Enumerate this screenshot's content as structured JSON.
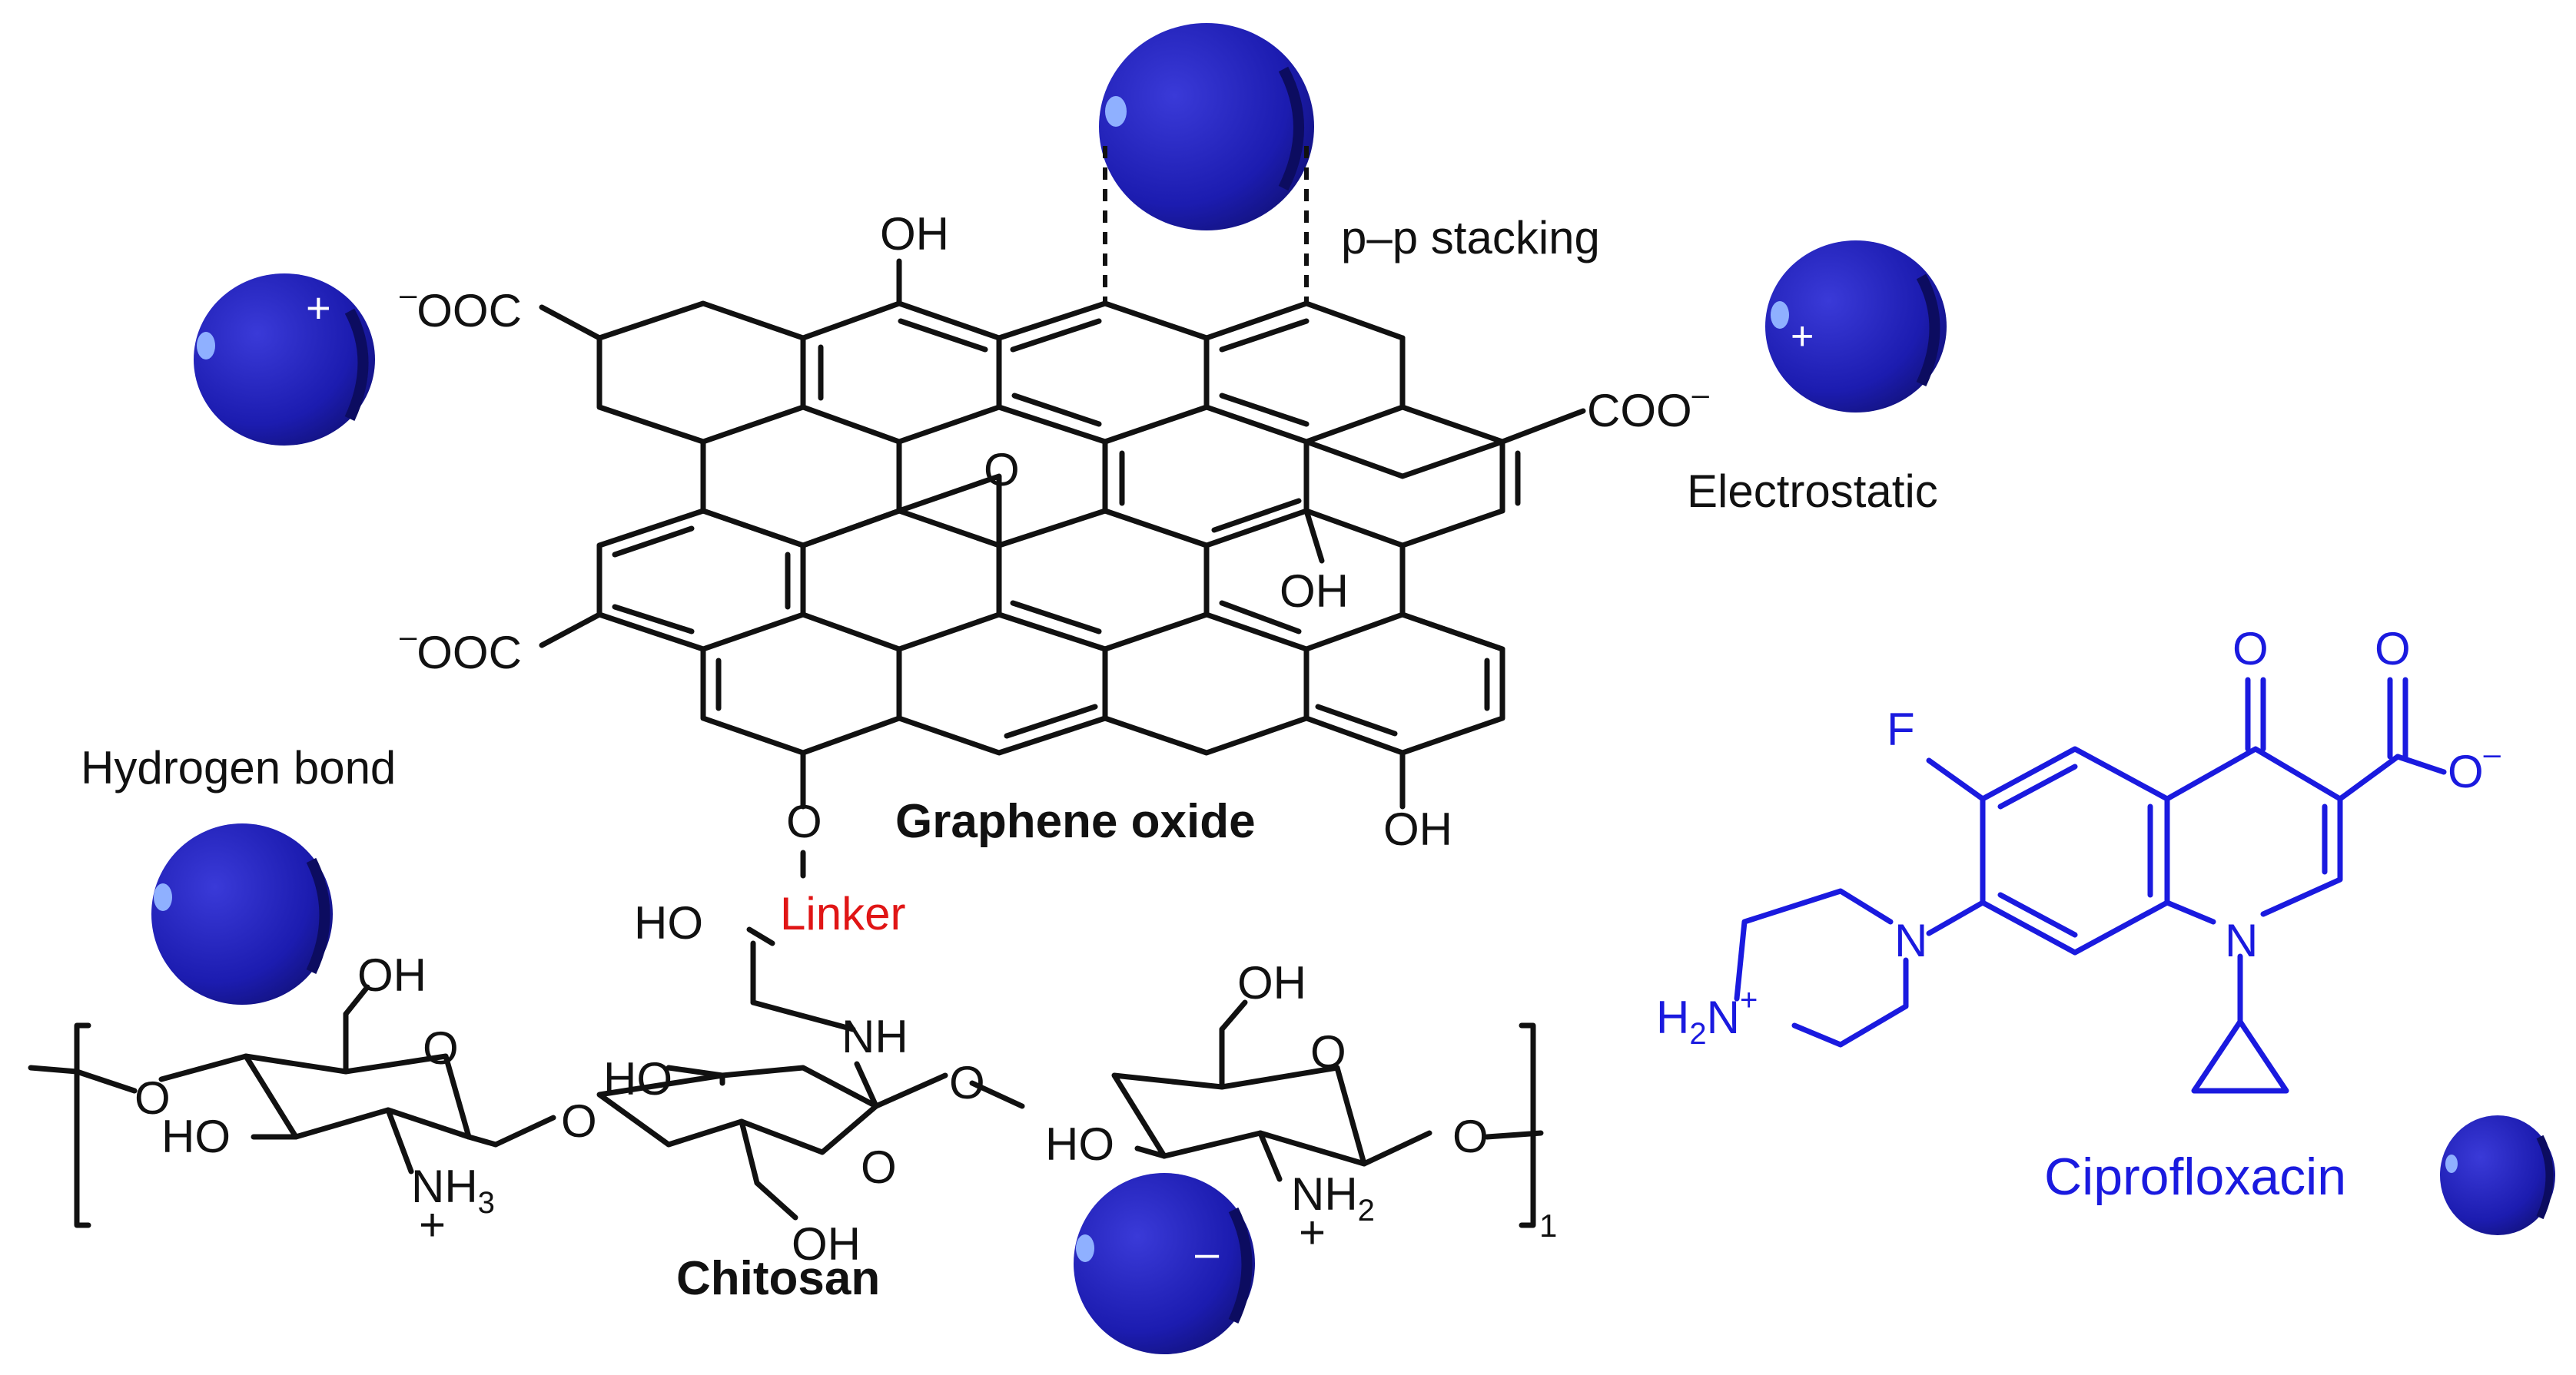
{
  "labels": {
    "pp_stacking": "p–p stacking",
    "electrostatic": "Electrostatic",
    "hydrogen_bond": "Hydrogen bond",
    "graphene_oxide": "Graphene oxide",
    "chitosan": "Chitosan",
    "linker": "Linker",
    "ciprofloxacin": "Ciprofloxacin"
  },
  "groups": {
    "oh": "OH",
    "ho": "HO",
    "ooc": "OOC",
    "coo": "COO",
    "o": "O",
    "nh": "NH",
    "nh3": "NH",
    "nh3_sub": "3",
    "nh2": "NH",
    "nh2_sub": "2",
    "h2n": "H",
    "h2n_sub": "2",
    "h2n_n": "N",
    "f": "F",
    "n": "N",
    "plus": "+",
    "minus": "–",
    "repeat_n": "1"
  },
  "charges": {
    "sphere_top_left": "+",
    "sphere_top_right": "+",
    "sphere_bottom": "–"
  },
  "colors": {
    "sphere": "#1c1cb0",
    "drug": "#1a1adf",
    "linker": "#e01515",
    "structure": "#111111"
  }
}
